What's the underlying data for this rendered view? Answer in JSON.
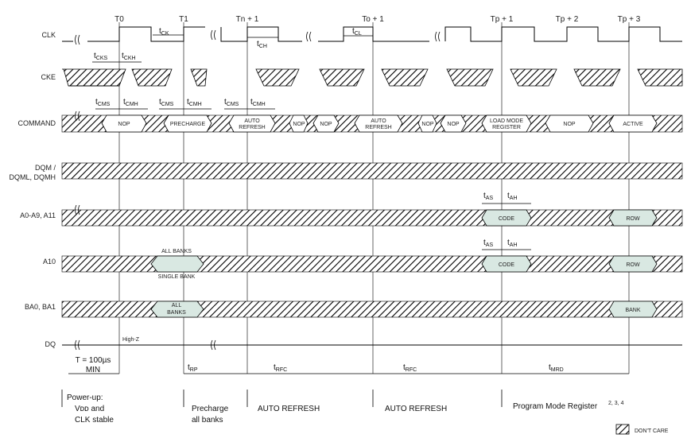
{
  "signals": [
    "CLK",
    "CKE",
    "COMMAND",
    "DQM /",
    "DQML, DQMH",
    "A0-A9, A11",
    "A10",
    "BA0, BA1",
    "DQ"
  ],
  "clock_labels": [
    "T0",
    "T1",
    "Tn + 1",
    "To + 1",
    "Tp + 1",
    "Tp + 2",
    "Tp + 3"
  ],
  "commands": {
    "nop1": "NOP",
    "precharge": "PRECHARGE",
    "auto1a": "AUTO",
    "auto1b": "REFRESH",
    "nop2": "NOP",
    "nop3": "NOP",
    "auto2a": "AUTO",
    "auto2b": "REFRESH",
    "nop4": "NOP",
    "nop5": "NOP",
    "lmr_a": "LOAD MODE",
    "lmr_b": "REGISTER",
    "nop6": "NOP",
    "active": "ACTIVE"
  },
  "address": {
    "code": "CODE",
    "row": "ROW",
    "all_banks": "ALL BANKS",
    "single_bank": "SINGLE BANK",
    "all_a": "ALL",
    "all_b": "BANKS",
    "bank": "BANK"
  },
  "dq_label": "High-Z",
  "timing": {
    "t": "t",
    "ck": "CK",
    "ch": "CH",
    "cl": "CL",
    "cks": "CKS",
    "ckh": "CKH",
    "cms": "CMS",
    "cmh": "CMH",
    "as": "AS",
    "ah": "AH",
    "rp": "RP",
    "rfc": "RFC",
    "mrd": "MRD",
    "t100_a": "T = 100µs",
    "t100_b": "MIN"
  },
  "annotations": {
    "powerup_a": "Power-up:",
    "powerup_b": "Vᴅᴅ and",
    "powerup_c": "CLK stable",
    "precharge_a": "Precharge",
    "precharge_b": "all banks",
    "auto_refresh_1": "AUTO REFRESH",
    "auto_refresh_2": "AUTO REFRESH",
    "program_mode": "Program Mode Register",
    "program_mode_sup": "2, 3, 4"
  },
  "legend": {
    "dont_care": "DON'T CARE"
  }
}
